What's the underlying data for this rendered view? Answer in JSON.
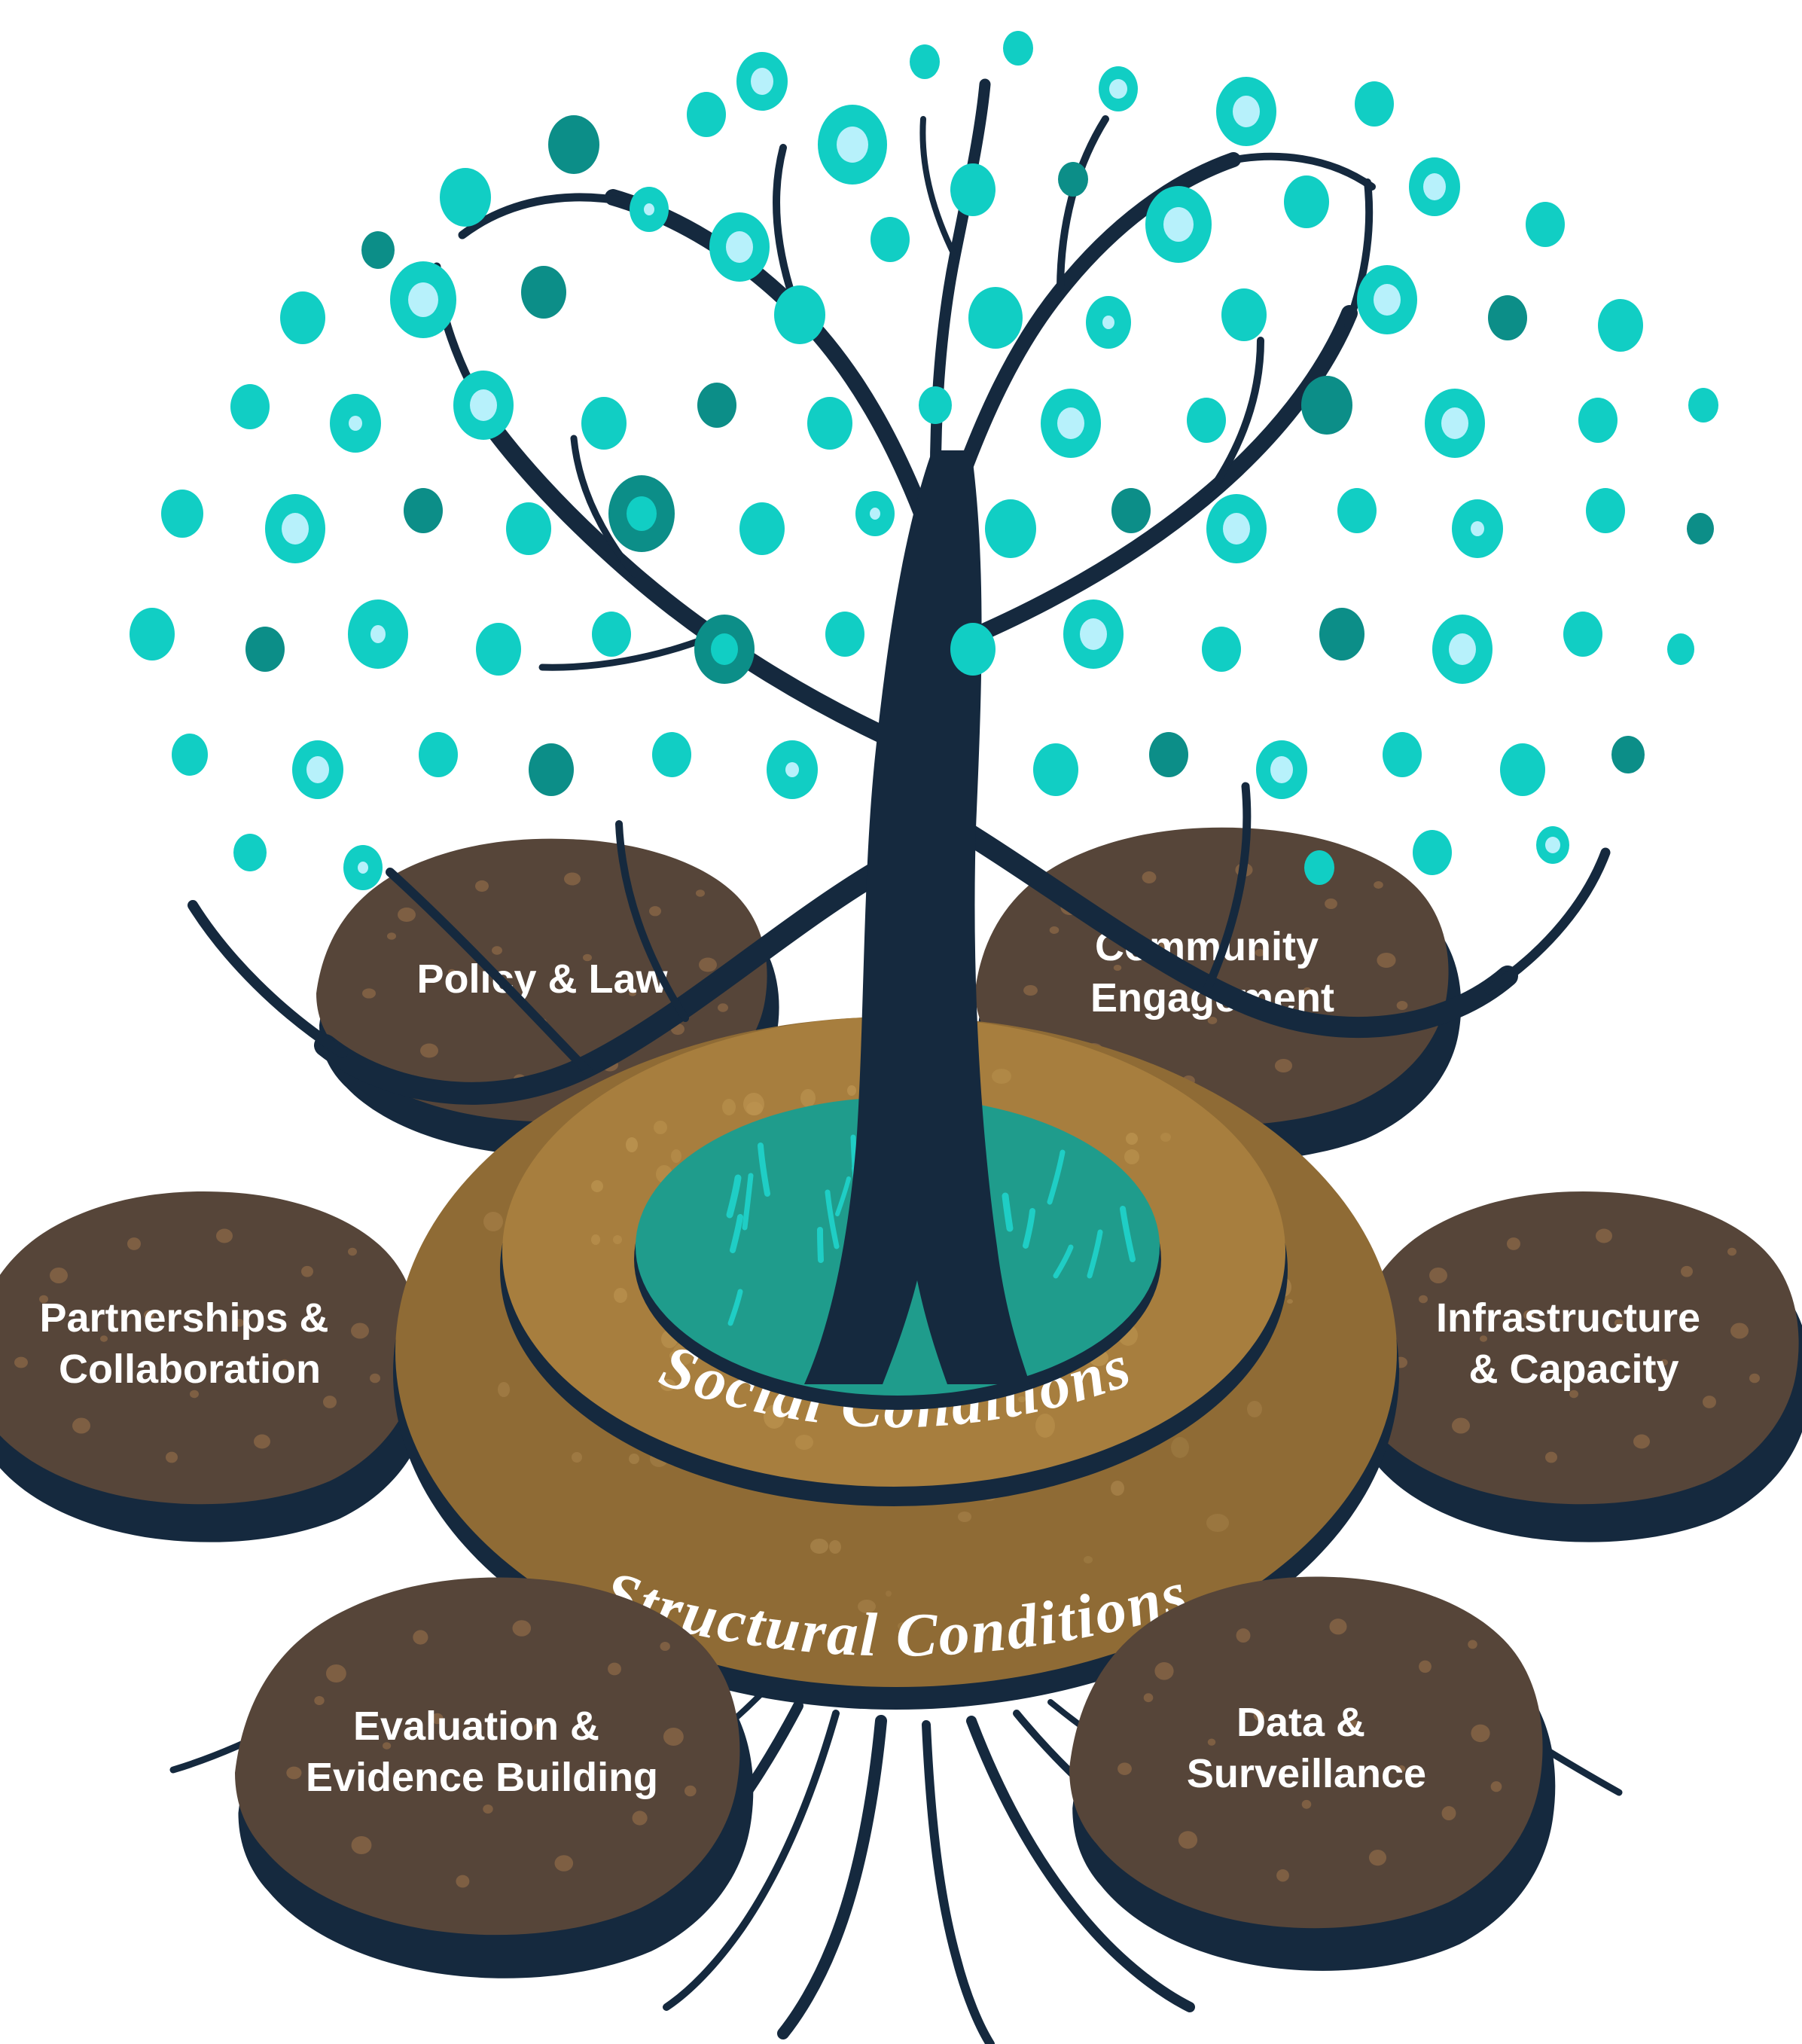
{
  "diagram": {
    "type": "ecosystem-tree-infographic",
    "ring_labels": [
      {
        "id": "social-conditions",
        "label": "Social Conditions"
      },
      {
        "id": "structural-conditions",
        "label": "Structural Conditions"
      }
    ],
    "stones": [
      {
        "id": "policy-law",
        "lines": [
          "Policy & Law",
          ""
        ]
      },
      {
        "id": "community-engagement",
        "lines": [
          "Community",
          "Engagement"
        ]
      },
      {
        "id": "partnerships-collaboration",
        "lines": [
          "Partnerships &",
          "Collaboration"
        ]
      },
      {
        "id": "infrastructure-capacity",
        "lines": [
          "Infrastructure",
          "& Capacity"
        ]
      },
      {
        "id": "evaluation-evidence-building",
        "lines": [
          "Evaluation &",
          "Evidence Building"
        ]
      },
      {
        "id": "data-surveillance",
        "lines": [
          "Data &",
          "Surveillance"
        ]
      }
    ],
    "palette": {
      "navy": "#15293E",
      "leaf_bright": "#11CEC4",
      "leaf_dark": "#0C8E88",
      "leaf_pale": "#B7F1FB",
      "grass_base": "#1F9C8C",
      "grass_blade": "#1FCEC5",
      "soil_inner": "#A77E3E",
      "soil_inner_speckle": "#BD9551",
      "soil_outer": "#8F6B35",
      "soil_outer_speckle": "#A8834B",
      "rock": "#564539",
      "rock_speckle": "#7E5F43",
      "label_text": "#FFFFFF"
    }
  }
}
